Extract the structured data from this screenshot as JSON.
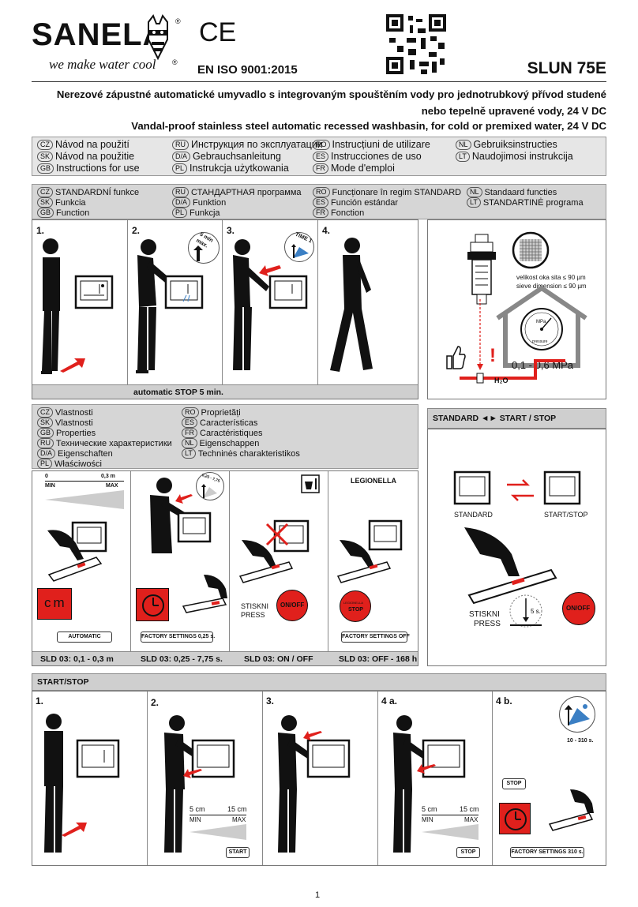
{
  "header": {
    "logo": "SANELA",
    "registered": "®",
    "slogan": "we make water cool",
    "ce_mark": "CE",
    "iso": "EN ISO 9001:2015",
    "model": "SLUN 75E",
    "title_cz": "Nerezové zápustné automatické umyvadlo s integrovaným spouštěním vody pro jednotrubkový přívod studené",
    "title_cz2": "nebo tepelně upravené vody, 24 V DC",
    "title_en": "Vandal-proof stainless steel automatic recessed washbasin, for cold or premixed water, 24 V DC"
  },
  "languages": [
    {
      "code": "CZ",
      "text": "Návod na použití"
    },
    {
      "code": "RU",
      "text": "Инструкция по эксплуатации"
    },
    {
      "code": "RO",
      "text": "Instrucțiuni de utilizare"
    },
    {
      "code": "NL",
      "text": "Gebruiksinstructies"
    },
    {
      "code": "SK",
      "text": "Návod na použitie"
    },
    {
      "code": "D/A",
      "text": "Gebrauchsanleitung"
    },
    {
      "code": "ES",
      "text": "Instrucciones de uso"
    },
    {
      "code": "LT",
      "text": "Naudojimosi instrukcija"
    },
    {
      "code": "GB",
      "text": "Instructions for use"
    },
    {
      "code": "PL",
      "text": "Instrukcja użytkowania"
    },
    {
      "code": "FR",
      "text": "Mode d'emploi"
    }
  ],
  "function_header": [
    {
      "code": "CZ",
      "text": "STANDARDNÍ funkce"
    },
    {
      "code": "RU",
      "text": "СТАНДАРТНАЯ программа"
    },
    {
      "code": "RO",
      "text": "Funcționare în regim STANDARD"
    },
    {
      "code": "NL",
      "text": "Standaard functies"
    },
    {
      "code": "SK",
      "text": "Funkcia"
    },
    {
      "code": "D/A",
      "text": "Funktion"
    },
    {
      "code": "ES",
      "text": "Función estándar"
    },
    {
      "code": "LT",
      "text": "STANDARTINĖ programa"
    },
    {
      "code": "GB",
      "text": "Function"
    },
    {
      "code": "PL",
      "text": "Funkcja"
    },
    {
      "code": "FR",
      "text": "Fonction"
    }
  ],
  "function_steps": [
    "1.",
    "2.",
    "3.",
    "4."
  ],
  "function_caption": "automatic STOP 5 min.",
  "step2_badge": "5 min max.",
  "step3_badge": "TIME 1",
  "filter": {
    "mesh_cz": "velikost oka sita ≤ 90 µm",
    "mesh_en": "sieve dimension ≤ 90 µm",
    "pressure": "0,1 - 0,6 MPa",
    "gauge_unit": "MPa",
    "gauge_label": "pressure",
    "water": "H₂O",
    "warning": "!"
  },
  "properties_header": [
    {
      "code": "CZ",
      "text": "Vlastnosti"
    },
    {
      "code": "RO",
      "text": "Proprietăți"
    },
    {
      "code": "SK",
      "text": "Vlastnosti"
    },
    {
      "code": "ES",
      "text": "Características"
    },
    {
      "code": "GB",
      "text": "Properties"
    },
    {
      "code": "FR",
      "text": "Caractéristiques"
    },
    {
      "code": "RU",
      "text": "Технические характеристики"
    },
    {
      "code": "NL",
      "text": "Eigenschappen"
    },
    {
      "code": "D/A",
      "text": "Eigenschaften"
    },
    {
      "code": "LT",
      "text": "Techninės charakteristikos"
    },
    {
      "code": "PL",
      "text": "Właściwości"
    }
  ],
  "properties": [
    {
      "top_left": "0",
      "top_right": "0,3 m",
      "min": "MIN",
      "max": "MAX",
      "screen": "cm",
      "tag": "AUTOMATIC",
      "caption": "SLD 03: 0,1 - 0,3 m"
    },
    {
      "badge": "0,25 - 7,75",
      "tag": "FACTORY SETTINGS 0,25 s.",
      "caption": "SLD 03: 0,25 - 7,75 s."
    },
    {
      "press1": "STISKNI",
      "press2": "PRESS",
      "button": "ON/OFF",
      "caption": "SLD 03: ON / OFF"
    },
    {
      "title": "LEGIONELLA",
      "screen1": "LEGIONELLA",
      "screen2": "STOP",
      "tag": "FACTORY SETTINGS OFF",
      "caption": "SLD 03: OFF - 168 h"
    }
  ],
  "standard_panel": {
    "title": "STANDARD ◄► START / STOP",
    "left": "STANDARD",
    "right": "START/STOP",
    "press1": "STISKNI",
    "press2": "PRESS",
    "button": "ON/OFF",
    "seconds": "5 s."
  },
  "startstop": {
    "title": "START/STOP",
    "steps": [
      "1.",
      "2.",
      "3.",
      "4 a.",
      "4 b."
    ],
    "range_left": "5 cm",
    "range_right": "15 cm",
    "min": "MIN",
    "max": "MAX",
    "tag_start": "START",
    "tag_stop": "STOP",
    "badge": "10 - 310 s.",
    "tag_stop2": "STOP",
    "tag_factory": "FACTORY SETTINGS 310 s."
  },
  "page_number": "1",
  "colors": {
    "red": "#e0201c",
    "gray": "#cfcfcf",
    "light": "#e6e6e6",
    "blue": "#3b7fc4"
  }
}
